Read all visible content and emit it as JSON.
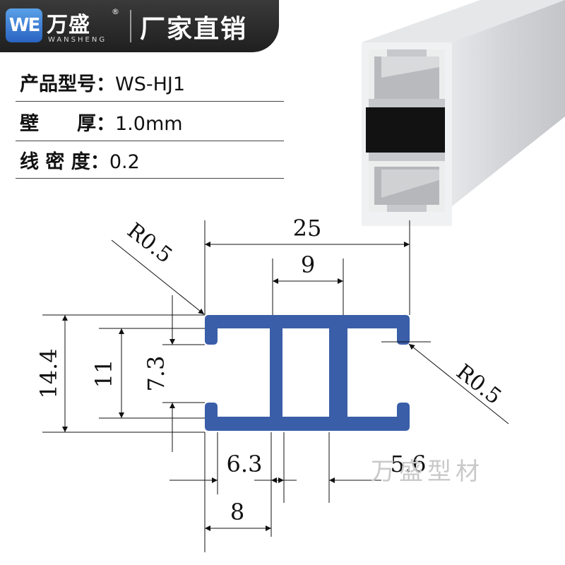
{
  "header": {
    "logo_letters": "WE",
    "brand_cn": "万盛",
    "brand_reg": "®",
    "brand_en": "WANSHENG",
    "slogan": "厂家直销"
  },
  "specs": [
    {
      "label": "产品型号：",
      "value": "WS-HJ1"
    },
    {
      "label": "壁　　厚：",
      "value": "1.0mm"
    },
    {
      "label": "线 密 度：",
      "value": "0.2"
    }
  ],
  "dimensions": {
    "width_total": "25",
    "width_center": "9",
    "height_total": "14.4",
    "height_inner": "11",
    "gap": "7.3",
    "radius_left": "R0.5",
    "radius_right": "R0.5",
    "flange_left": "6.3",
    "flange_right": "5.6",
    "bottom_left": "8"
  },
  "watermark": "万盛型材",
  "colors": {
    "profile_fill": "#3a5ea8",
    "header_bg": "#2a2a2a",
    "logo_blue": "#3d7fd6",
    "aluminum": "#d6d8db"
  }
}
